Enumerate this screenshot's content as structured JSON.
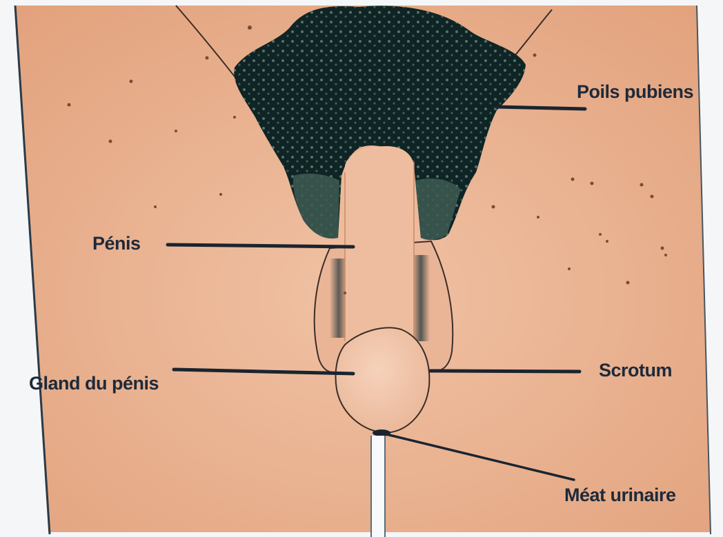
{
  "labels": {
    "pubic_hair": "Poils pubiens",
    "penis": "Pénis",
    "glans": "Gland du pénis",
    "scrotum": "Scrotum",
    "urinary_meatus": "Méat urinaire"
  },
  "colors": {
    "skin": "#e6ab88",
    "skin_light": "#f1c7ab",
    "hair": "#0f2424",
    "hair_light": "#3d5a52",
    "line": "#1a2430",
    "text": "#1e2a3a",
    "background": "#f4f6f8"
  }
}
